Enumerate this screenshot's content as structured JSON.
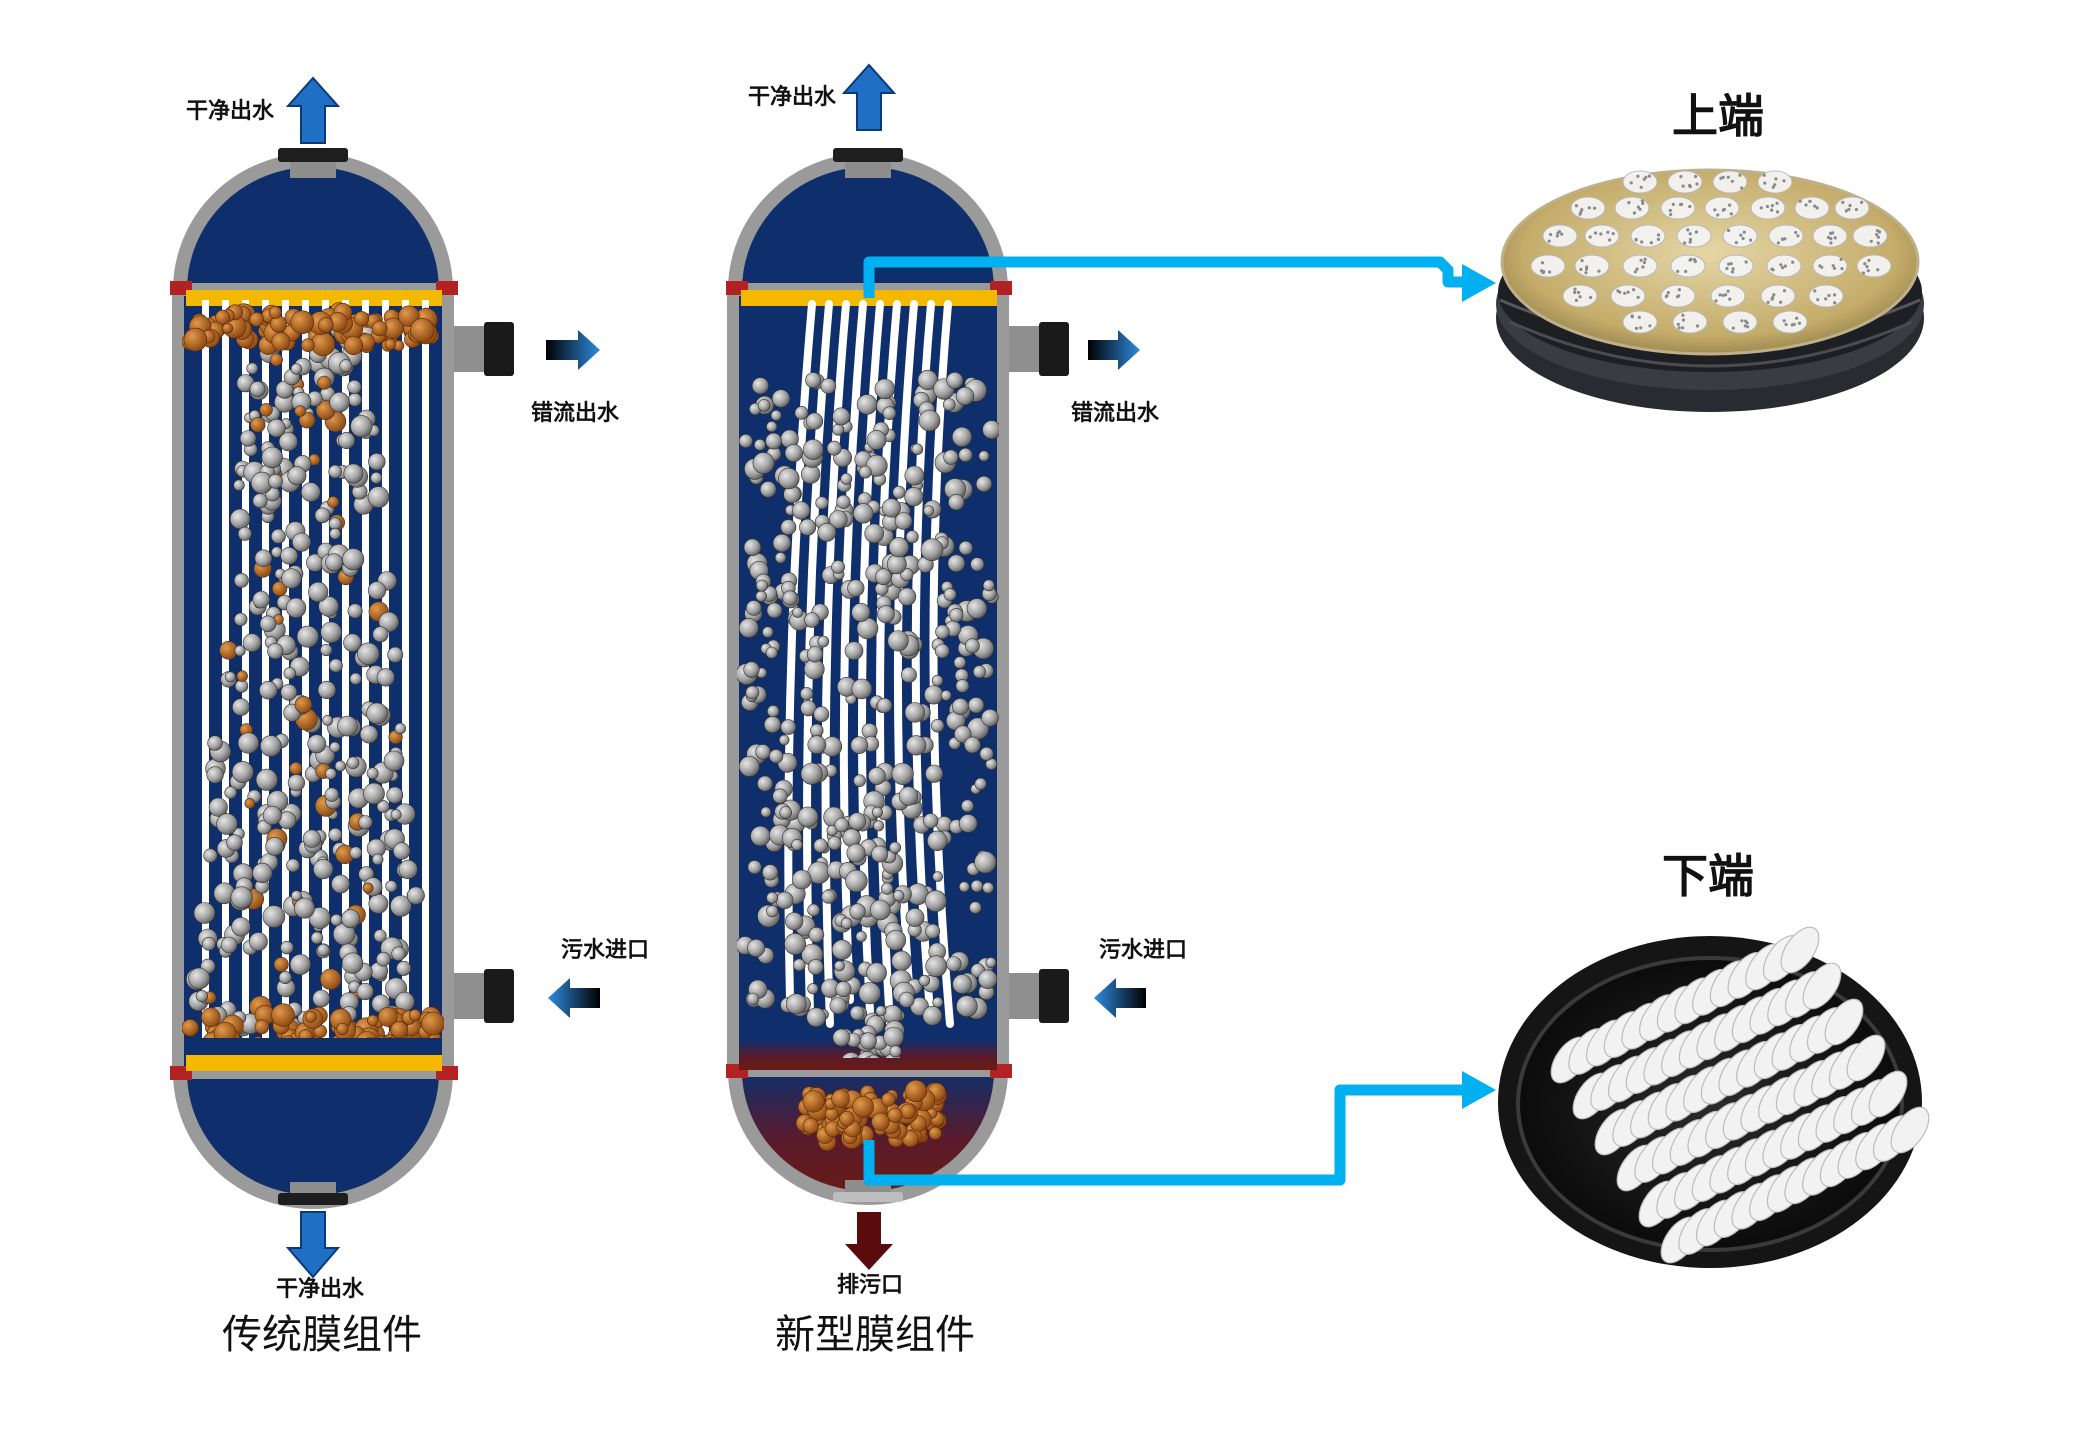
{
  "colors": {
    "vessel_fill": "#0e2f6b",
    "shell": "#9a9a9a",
    "flow_arrow": "#00b0f0",
    "clean_arrow": "#1f6fc4",
    "drain_arrow": "#5a0c0c",
    "foulant": "#b5651d",
    "bubble": "#9c9c9c",
    "plate": "#f5b800"
  },
  "left_module": {
    "top_outlet_label": "干净出水",
    "bottom_outlet_label": "干净出水",
    "side_outlet_label": "错流出水",
    "side_inlet_label": "污水进口",
    "caption": "传统膜组件"
  },
  "right_module": {
    "top_outlet_label": "干净出水",
    "side_outlet_label": "错流出水",
    "side_inlet_label": "污水进口",
    "drain_label": "排污口",
    "caption": "新型膜组件"
  },
  "photos": {
    "upper_title": "上端",
    "lower_title": "下端"
  }
}
